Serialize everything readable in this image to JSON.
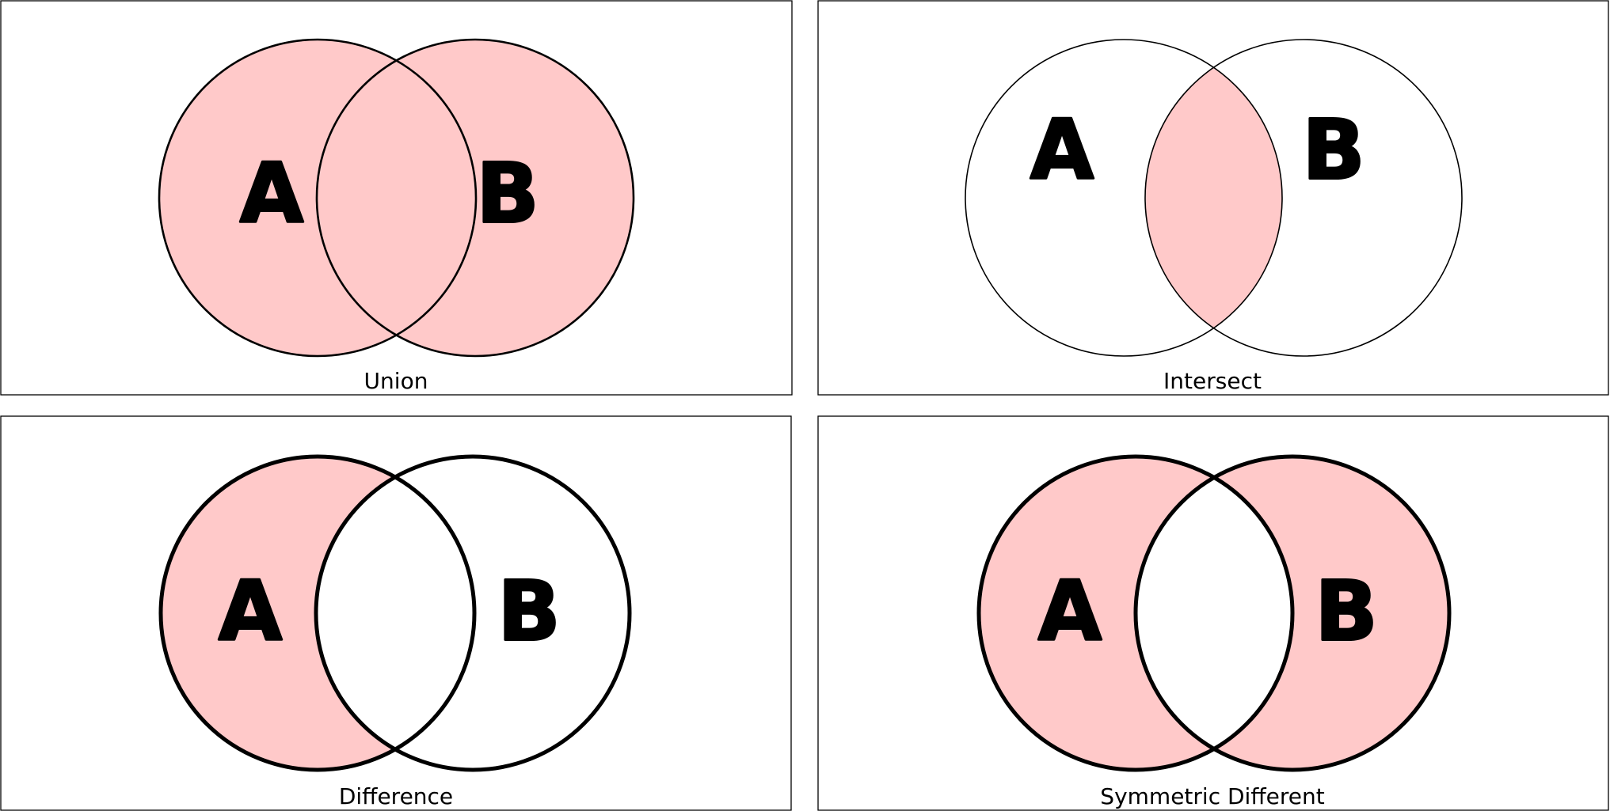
{
  "colors": {
    "fill": "#ffc9c9",
    "stroke": "#000000",
    "background": "#ffffff"
  },
  "panels": [
    {
      "id": "union",
      "caption": "Union",
      "set_a_label": "A",
      "set_b_label": "B",
      "shaded": {
        "a_only": true,
        "intersection": true,
        "b_only": true
      }
    },
    {
      "id": "intersect",
      "caption": "Intersect",
      "set_a_label": "A",
      "set_b_label": "B",
      "shaded": {
        "a_only": false,
        "intersection": true,
        "b_only": false
      }
    },
    {
      "id": "difference",
      "caption": "Difference",
      "set_a_label": "A",
      "set_b_label": "B",
      "shaded": {
        "a_only": true,
        "intersection": false,
        "b_only": false
      }
    },
    {
      "id": "symmetric-difference",
      "caption": "Symmetric Different",
      "set_a_label": "A",
      "set_b_label": "B",
      "shaded": {
        "a_only": true,
        "intersection": false,
        "b_only": true
      }
    }
  ]
}
